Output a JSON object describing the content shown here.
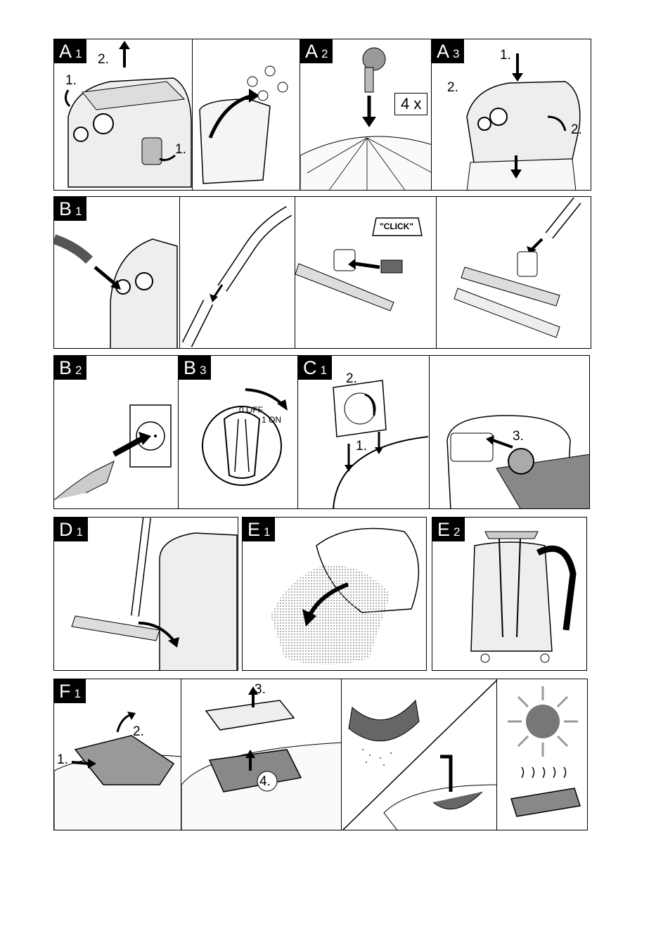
{
  "panels": {
    "a1": {
      "letter": "A",
      "num": "1",
      "step1": "1.",
      "step2": "2.",
      "step3": "1."
    },
    "a2": {
      "letter": "A",
      "num": "2",
      "count": "4 x"
    },
    "a3": {
      "letter": "A",
      "num": "3",
      "step1": "1.",
      "step2": "2.",
      "step3": "2."
    },
    "b1": {
      "letter": "B",
      "num": "1",
      "click": "\"CLICK\""
    },
    "b2": {
      "letter": "B",
      "num": "2"
    },
    "b3": {
      "letter": "B",
      "num": "3",
      "off": "0 OFF",
      "on": "1 ON"
    },
    "c1": {
      "letter": "C",
      "num": "1",
      "step2": "2.",
      "step1": "1.",
      "step3": "3."
    },
    "d1": {
      "letter": "D",
      "num": "1"
    },
    "e1": {
      "letter": "E",
      "num": "1"
    },
    "e2": {
      "letter": "E",
      "num": "2"
    },
    "f1": {
      "letter": "F",
      "num": "1",
      "step1": "1.",
      "step2": "2.",
      "step3": "3.",
      "step4": "4."
    }
  },
  "icons": [
    "arrow-icon",
    "vacuum-illustration",
    "sun-icon",
    "plug-icon",
    "socket-icon",
    "switch-dial-icon",
    "caster-icon",
    "filter-icon"
  ]
}
